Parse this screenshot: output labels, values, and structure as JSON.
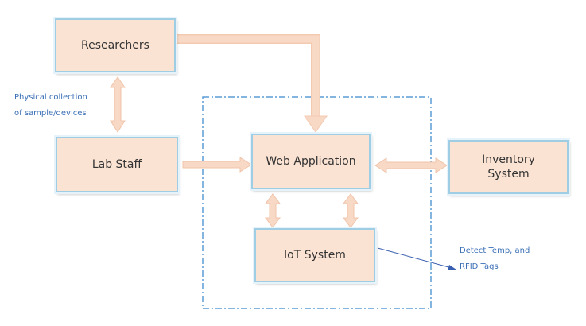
{
  "nodes": {
    "researchers": "Researchers",
    "lab_staff": "Lab Staff",
    "web_application": "Web Application",
    "inventory_system": "Inventory\nSystem",
    "iot_system": "IoT System"
  },
  "annotations": {
    "physical_collection": "Physical collection\nof sample/devices",
    "detect": "Detect Temp, and\nRFID Tags"
  },
  "colors": {
    "box_fill": "#fbe3d3",
    "box_border": "#9fcde4",
    "arrow_fill": "#f8d9c6",
    "boundary": "#5b9bd5",
    "annotation_text": "#3b6fb6",
    "pointer_line": "#3b5fb0"
  }
}
